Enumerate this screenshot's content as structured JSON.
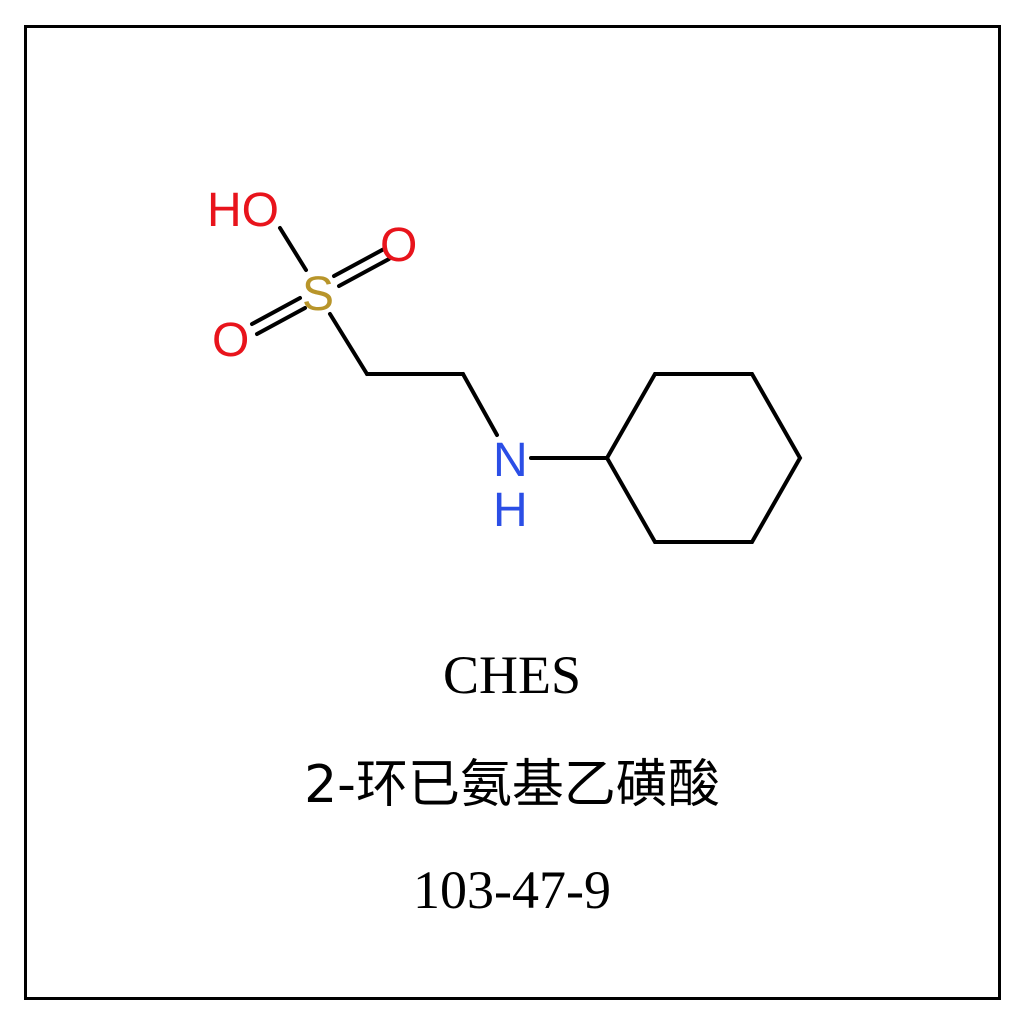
{
  "compound": {
    "abbreviation": "CHES",
    "chinese_name": "2-环已氨基乙磺酸",
    "cas_number": "103-47-9"
  },
  "structure": {
    "atoms": {
      "hydroxyl": "HO",
      "sulfur": "S",
      "oxygen_right": "O",
      "oxygen_left": "O",
      "nitrogen": "N",
      "amine_hydrogen": "H"
    },
    "colors": {
      "oxygen": "#e8141c",
      "sulfur": "#b8952a",
      "nitrogen": "#2b4ee6",
      "bond": "#000000",
      "frame": "#000000"
    }
  }
}
